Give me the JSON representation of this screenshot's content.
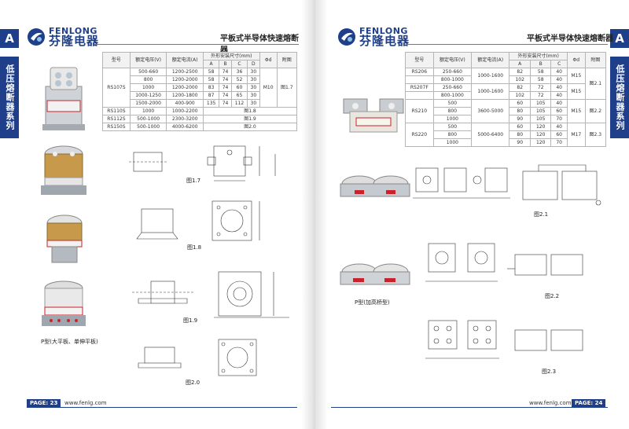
{
  "brand": {
    "name_en": "FENLONG",
    "name_cn": "芬隆电器"
  },
  "section_letter": "A",
  "side_label": "低压熔断器系列",
  "left_page": {
    "title": "平板式半导体快速熔断器",
    "table": {
      "head_model": "型号",
      "head_voltage": "额定电压(V)",
      "head_current": "额定电流(A)",
      "head_dims": "外形安装尺寸(mm)",
      "head_phi": "Φd",
      "head_fig": "附图",
      "dim_cols": [
        "A",
        "B",
        "C",
        "D"
      ],
      "group1_model": "RS107S",
      "group1_phi": "M10",
      "group1_fig": "图1.7",
      "group1_rows": [
        {
          "v": "500-660",
          "i": "1200-2500",
          "a": "58",
          "b": "74",
          "c": "36",
          "d": "30"
        },
        {
          "v": "800",
          "i": "1200-2000",
          "a": "58",
          "b": "74",
          "c": "52",
          "d": "30"
        },
        {
          "v": "1000",
          "i": "1200-2000",
          "a": "83",
          "b": "74",
          "c": "60",
          "d": "30"
        },
        {
          "v": "1000-1250",
          "i": "1200-1800",
          "a": "87",
          "b": "74",
          "c": "65",
          "d": "30"
        },
        {
          "v": "1500-2000",
          "i": "400-900",
          "a": "135",
          "b": "74",
          "c": "112",
          "d": "30"
        }
      ],
      "other_rows": [
        {
          "m": "RS110S",
          "v": "1000",
          "i": "1000-2200",
          "fig": "图1.8"
        },
        {
          "m": "RS112S",
          "v": "500-1000",
          "i": "2300-3200",
          "fig": "图1.9"
        },
        {
          "m": "RS150S",
          "v": "500-1000",
          "i": "4000-6200",
          "fig": "图2.0"
        }
      ]
    },
    "fig_labels": [
      "图1.7",
      "图1.8",
      "图1.9",
      "图2.0"
    ],
    "photo_caption": "P型(大平板、单伸平板)",
    "page_no": "PAGE: 23",
    "url": "www.fenlg.com"
  },
  "right_page": {
    "title": "平板式半导体快速熔断器",
    "table": {
      "head_model": "型号",
      "head_voltage": "额定电压(V)",
      "head_current": "额定电流(A)",
      "head_dims": "外形安装尺寸(mm)",
      "head_phi": "Φd",
      "head_fig": "附图",
      "dim_cols": [
        "A",
        "B",
        "C"
      ],
      "rows": [
        {
          "m": "RS206",
          "v": "250-660",
          "i": "1000-1600",
          "a": "82",
          "b": "58",
          "c": "40",
          "phi": "M15",
          "fig": "图2.1"
        },
        {
          "m": "",
          "v": "800-1000",
          "i": "",
          "a": "102",
          "b": "58",
          "c": "40",
          "phi": "",
          "fig": ""
        },
        {
          "m": "RS207F",
          "v": "250-660",
          "i": "1000-1600",
          "a": "82",
          "b": "72",
          "c": "40",
          "phi": "M15",
          "fig": ""
        },
        {
          "m": "",
          "v": "800-1000",
          "i": "",
          "a": "102",
          "b": "72",
          "c": "40",
          "phi": "",
          "fig": ""
        },
        {
          "m": "RS210",
          "v": "500",
          "i": "3600-5000",
          "a": "60",
          "b": "105",
          "c": "40",
          "phi": "M15",
          "fig": "图2.2"
        },
        {
          "m": "",
          "v": "800",
          "i": "",
          "a": "80",
          "b": "105",
          "c": "60",
          "phi": "",
          "fig": ""
        },
        {
          "m": "",
          "v": "1000",
          "i": "",
          "a": "90",
          "b": "105",
          "c": "70",
          "phi": "",
          "fig": ""
        },
        {
          "m": "RS220",
          "v": "500",
          "i": "5000-6400",
          "a": "60",
          "b": "120",
          "c": "40",
          "phi": "M17",
          "fig": "图2.3"
        },
        {
          "m": "",
          "v": "800",
          "i": "",
          "a": "80",
          "b": "120",
          "c": "60",
          "phi": "",
          "fig": ""
        },
        {
          "m": "",
          "v": "1000",
          "i": "",
          "a": "90",
          "b": "120",
          "c": "70",
          "phi": "",
          "fig": ""
        }
      ]
    },
    "fig_labels": [
      "图2.1",
      "图2.2",
      "图2.3"
    ],
    "photo_caption": "P型(加高桥型)",
    "page_no": "PAGE: 24",
    "url": "www.fenlg.com"
  },
  "colors": {
    "brand_blue": "#1f3f8a",
    "accent_red": "#c8232b"
  }
}
